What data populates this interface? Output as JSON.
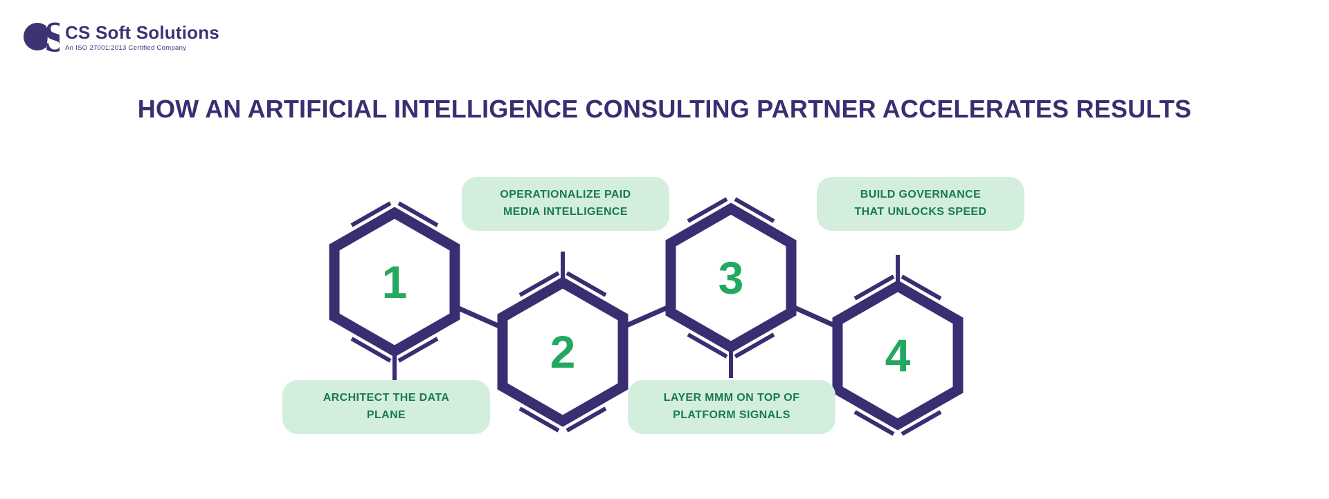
{
  "logo": {
    "company": "CS Soft Solutions",
    "tagline": "An ISO 27001:2013 Certified Company"
  },
  "title": "HOW AN ARTIFICIAL INTELLIGENCE CONSULTING PARTNER ACCELERATES RESULTS",
  "colors": {
    "purple": "#3b2d72",
    "number_green": "#22a95f",
    "pill_background": "#d3eedd",
    "pill_text_green": "#187a4d",
    "background": "#ffffff"
  },
  "steps": [
    {
      "number": "1",
      "label": "ARCHITECT THE DATA PLANE",
      "label_line1": "ARCHITECT THE DATA",
      "label_line2": "PLANE",
      "label_position": "below"
    },
    {
      "number": "2",
      "label": "OPERATIONALIZE PAID MEDIA INTELLIGENCE",
      "label_line1": "OPERATIONALIZE PAID",
      "label_line2": "MEDIA INTELLIGENCE",
      "label_position": "above"
    },
    {
      "number": "3",
      "label": "LAYER MMM ON TOP OF PLATFORM SIGNALS",
      "label_line1": "LAYER MMM ON TOP OF",
      "label_line2": "PLATFORM SIGNALS",
      "label_position": "below"
    },
    {
      "number": "4",
      "label": "BUILD GOVERNANCE THAT UNLOCKS SPEED",
      "label_line1": "BUILD GOVERNANCE",
      "label_line2": "THAT UNLOCKS SPEED",
      "label_position": "above"
    }
  ]
}
